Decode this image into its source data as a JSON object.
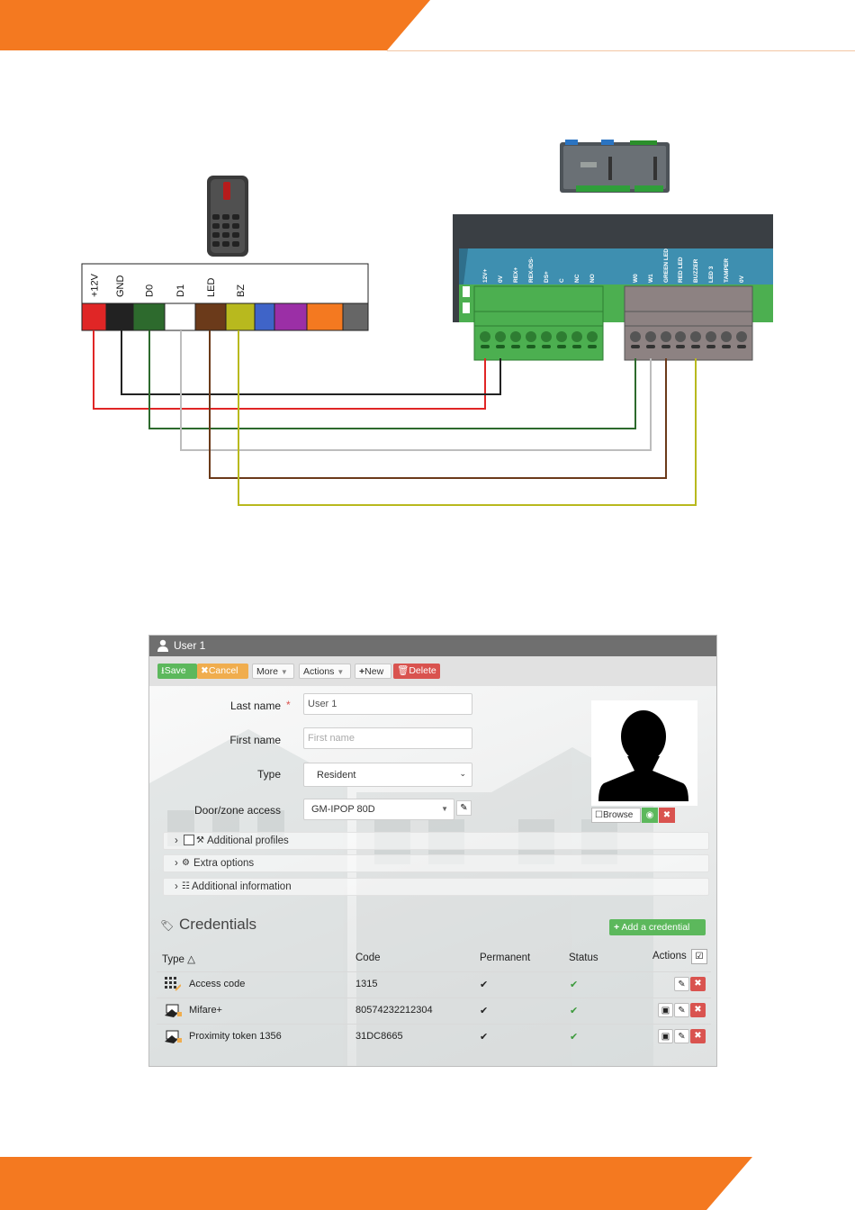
{
  "colors": {
    "brand_orange": "#f47920",
    "wire_12v": "#e02626",
    "wire_gnd": "#222222",
    "wire_d0": "#2d6a2d",
    "wire_d1": "#bdbdbd",
    "wire_led": "#6b3a1a",
    "wire_bz": "#b8b91e",
    "controller_blue": "#3e8fb0",
    "terminal_green": "#4caf50",
    "terminal_gray": "#8d8282"
  },
  "reader": {
    "terminals": [
      "+12V",
      "GND",
      "D0",
      "D1",
      "LED",
      "BZ",
      "",
      "",
      "",
      ""
    ],
    "terminal_colors": [
      "#e02626",
      "#222222",
      "#2d6a2d",
      "#ffffff",
      "#6b3a1a",
      "#b8b91e",
      "#3f64c8",
      "#9b2fa6",
      "#f47920",
      "#666666"
    ]
  },
  "controller": {
    "green_block_labels": [
      "12V+",
      "0V",
      "REX+",
      "REX-/DS-",
      "DS+",
      "C",
      "NC",
      "NO"
    ],
    "gray_block_labels": [
      "W0",
      "W1",
      "GREEN LED",
      "RED LED",
      "BUZZER",
      "LED 3",
      "TAMPER",
      "0V"
    ]
  },
  "form": {
    "window_title": "User 1",
    "toolbar": {
      "save": "Save",
      "cancel": "Cancel",
      "more": "More",
      "actions": "Actions",
      "new": "New",
      "delete": "Delete"
    },
    "fields": {
      "last_name_label": "Last name",
      "required_mark": "*",
      "last_name_value": "User 1",
      "first_name_label": "First name",
      "first_name_placeholder": "First name",
      "type_label": "Type",
      "type_value": "Resident",
      "door_label": "Door/zone access",
      "door_value": "GM-IPOP 80D"
    },
    "photo": {
      "browse": "Browse"
    },
    "sections": [
      "Additional profiles",
      "Extra options",
      "Additional information"
    ],
    "credentials": {
      "heading": "Credentials",
      "add_button": "Add a credential",
      "columns": {
        "type": "Type",
        "code": "Code",
        "permanent": "Permanent",
        "status": "Status",
        "actions": "Actions"
      },
      "rows": [
        {
          "type": "Access code",
          "code": "1315",
          "icon": "keypad-icon"
        },
        {
          "type": "Mifare+",
          "code": "80574232212304",
          "icon": "card-icon"
        },
        {
          "type": "Proximity token 1356",
          "code": "31DC8665",
          "icon": "card-icon"
        }
      ]
    }
  }
}
